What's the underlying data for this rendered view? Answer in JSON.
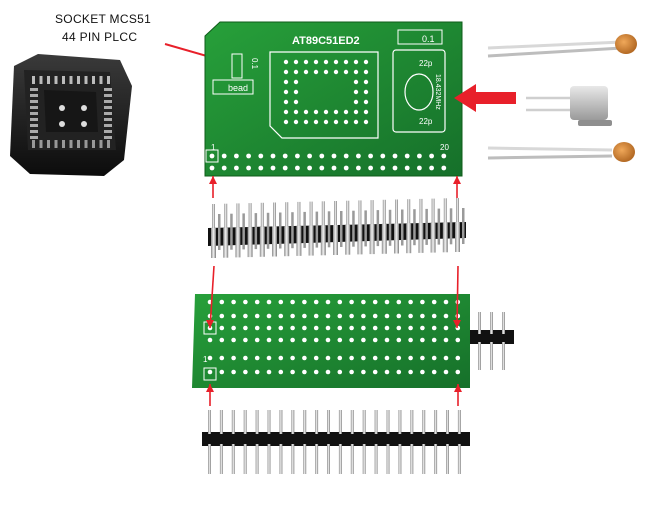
{
  "socket": {
    "line1": "SOCKET  MCS51",
    "line2": "44 PIN PLCC"
  },
  "board": {
    "title": "AT89C51ED2",
    "label_01_top": "0.1",
    "label_01_side": "0.1",
    "bead": "bead",
    "cap_top": "22p",
    "cap_bottom": "22p",
    "crystal": "18.432MHz",
    "pin_first": "1",
    "pin_last": "20"
  },
  "adapter": {
    "pin_first": "1"
  },
  "colors": {
    "pcb": "#1f8a2c",
    "pcb_dark": "#0f5c1a",
    "silk": "#ffffff",
    "arrow": "#e8202a",
    "socket": "#1a1a1a",
    "capacitor": "#d4873a",
    "crystal": "#c9c9c9"
  }
}
